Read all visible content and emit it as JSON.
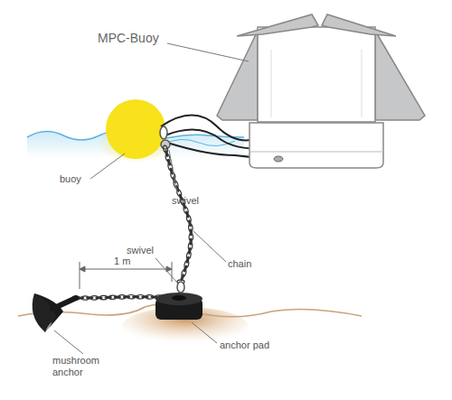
{
  "diagram": {
    "labels": [
      "MPC-Buoy",
      "buoy",
      "swivel",
      "chain",
      "swivel",
      "1 m",
      "mushroom anchor",
      "anchor pad"
    ]
  }
}
